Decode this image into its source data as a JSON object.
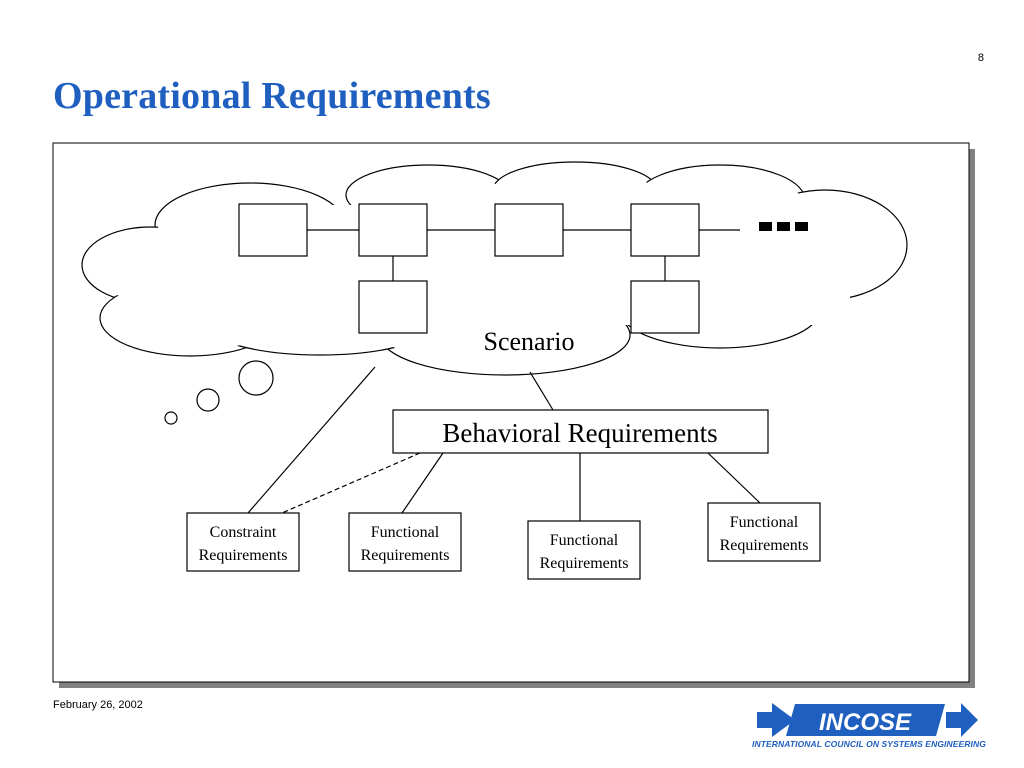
{
  "slide": {
    "page_number": "8",
    "title": "Operational Requirements"
  },
  "diagram": {
    "scenario_label": "Scenario",
    "behavioral_label": "Behavioral Requirements",
    "requirements": [
      {
        "line1": "Constraint",
        "line2": "Requirements"
      },
      {
        "line1": "Functional",
        "line2": "Requirements"
      },
      {
        "line1": "Functional",
        "line2": "Requirements"
      },
      {
        "line1": "Functional",
        "line2": "Requirements"
      }
    ]
  },
  "footer": {
    "date": "February 26, 2002",
    "logo_text": "INCOSE",
    "logo_subtitle": "INTERNATIONAL COUNCIL ON SYSTEMS ENGINEERING"
  },
  "colors": {
    "title": "#1f5fbf",
    "logo_blue": "#1f5fbf",
    "shadow": "#808080"
  }
}
